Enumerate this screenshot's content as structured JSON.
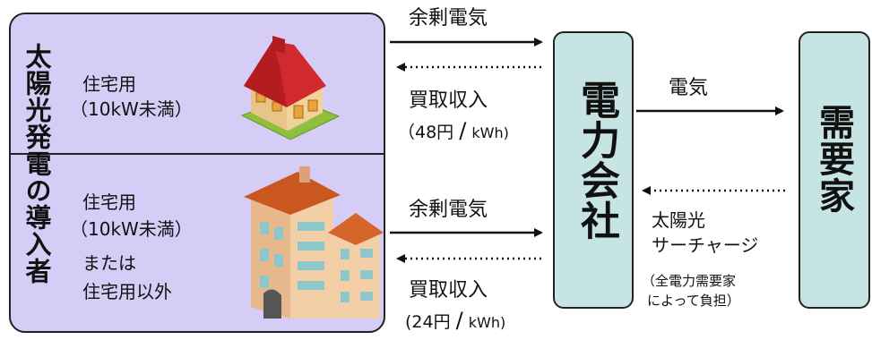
{
  "panel": {
    "title": "太陽光発電の導入者",
    "residential_label_line1": "住宅用",
    "residential_label_line2": "（10kW未満）",
    "other_label_line1": "住宅用",
    "other_label_line2": "（10kW未満）",
    "other_label_line3": "または",
    "other_label_line4": "住宅用以外"
  },
  "flows": {
    "top_surplus": "余剰電気",
    "top_purchase": "買取収入",
    "top_price_open": "（48円",
    "top_price_sep": "/",
    "top_price_unit": "kWh)",
    "bottom_surplus": "余剰電気",
    "bottom_purchase": "買取収入",
    "bottom_price_open": "(24円",
    "bottom_price_sep": "/",
    "bottom_price_unit": "kWh)",
    "electricity": "電気",
    "surcharge_line1": "太陽光",
    "surcharge_line2": "サーチャージ",
    "surcharge_note_line1": "（全電力需要家",
    "surcharge_note_line2": "によって負担）"
  },
  "nodes": {
    "power_company": "電力会社",
    "consumer": "需要家"
  },
  "colors": {
    "panel_fill": "#d6cdf7",
    "node_fill": "#c6e4e4",
    "line": "#111111"
  },
  "icons": {
    "house": "house-icon",
    "apartment": "apartment-building-icon"
  }
}
